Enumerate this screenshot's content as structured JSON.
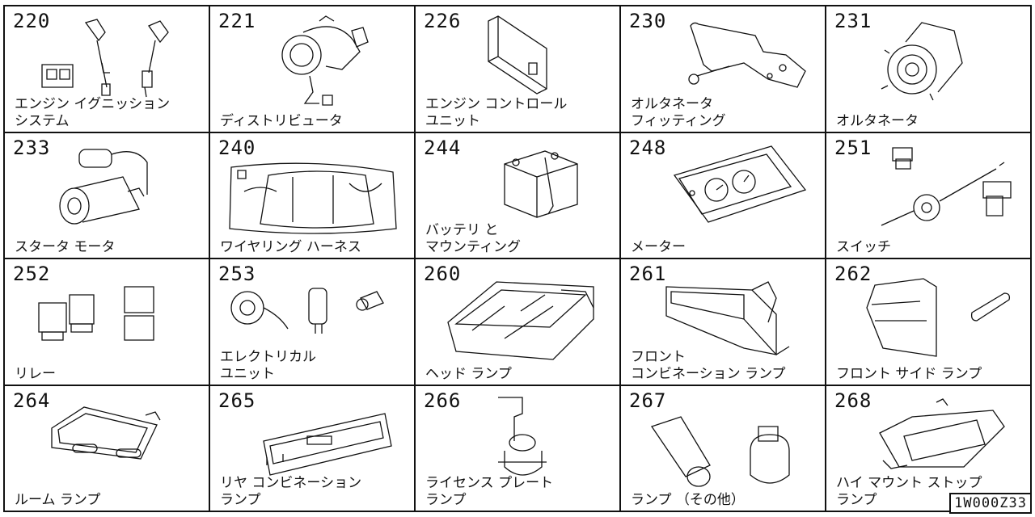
{
  "cells": [
    {
      "code": "220",
      "lines": [
        "エンジン イグニッション",
        "システム"
      ],
      "icon": "ignition-system-icon"
    },
    {
      "code": "221",
      "lines": [
        "ディストリビュータ"
      ],
      "icon": "distributor-icon"
    },
    {
      "code": "226",
      "lines": [
        "エンジン コントロール",
        "ユニット"
      ],
      "icon": "engine-control-unit-icon"
    },
    {
      "code": "230",
      "lines": [
        "オルタネータ",
        "フィッティング"
      ],
      "icon": "alternator-fitting-icon"
    },
    {
      "code": "231",
      "lines": [
        "オルタネータ"
      ],
      "icon": "alternator-icon"
    },
    {
      "code": "233",
      "lines": [
        "スタータ モータ"
      ],
      "icon": "starter-motor-icon"
    },
    {
      "code": "240",
      "lines": [
        "ワイヤリング ハーネス"
      ],
      "icon": "wiring-harness-icon"
    },
    {
      "code": "244",
      "lines": [
        "バッテリ と",
        "マウンティング"
      ],
      "icon": "battery-icon"
    },
    {
      "code": "248",
      "lines": [
        "メーター"
      ],
      "icon": "meter-icon"
    },
    {
      "code": "251",
      "lines": [
        "スイッチ"
      ],
      "icon": "switch-icon"
    },
    {
      "code": "252",
      "lines": [
        "リレー"
      ],
      "icon": "relay-icon"
    },
    {
      "code": "253",
      "lines": [
        "エレクトリカル",
        "ユニット"
      ],
      "icon": "electrical-unit-icon"
    },
    {
      "code": "260",
      "lines": [
        "ヘッド ランプ"
      ],
      "icon": "headlamp-icon"
    },
    {
      "code": "261",
      "lines": [
        "フロント",
        "コンビネーション ランプ"
      ],
      "icon": "front-combination-lamp-icon"
    },
    {
      "code": "262",
      "lines": [
        "フロント サイド ランプ"
      ],
      "icon": "front-side-lamp-icon"
    },
    {
      "code": "264",
      "lines": [
        "ルーム ランプ"
      ],
      "icon": "room-lamp-icon"
    },
    {
      "code": "265",
      "lines": [
        "リヤ コンビネーション",
        "ランプ"
      ],
      "icon": "rear-combination-lamp-icon"
    },
    {
      "code": "266",
      "lines": [
        "ライセンス プレート",
        "ランプ"
      ],
      "icon": "license-plate-lamp-icon"
    },
    {
      "code": "267",
      "lines": [
        "ランプ （その他）"
      ],
      "icon": "lamp-other-icon"
    },
    {
      "code": "268",
      "lines": [
        "ハイ マウント ストップ",
        "ランプ"
      ],
      "icon": "high-mount-stop-lamp-icon"
    }
  ],
  "reference_code": "1W000Z33"
}
